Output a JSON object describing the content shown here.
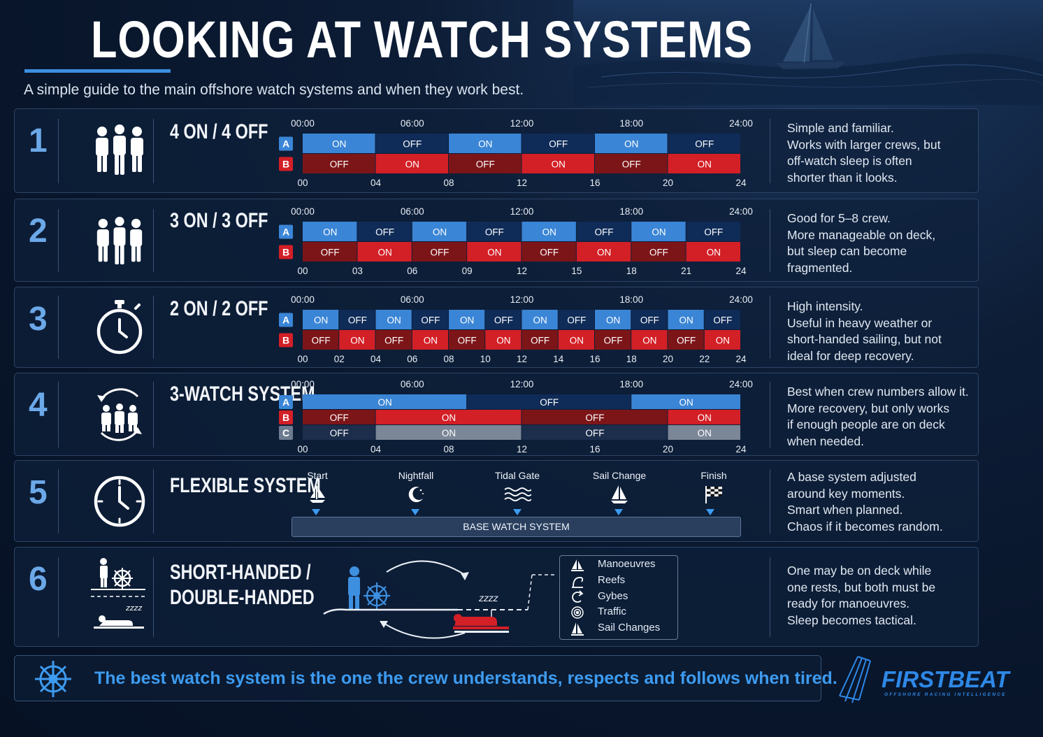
{
  "page": {
    "title": "LOOKING AT WATCH SYSTEMS",
    "subtitle": "A simple guide to the main offshore watch systems and when they work best."
  },
  "colors": {
    "on": "#3a85d6",
    "off_a": "#0f2b57",
    "on_b": "#d31f26",
    "off_b": "#7c1518",
    "c_on": "#7b8797",
    "c_off": "#1c2e4c",
    "accent": "#3d9bf0"
  },
  "time_labels": [
    "00:00",
    "06:00",
    "12:00",
    "18:00",
    "24:00"
  ],
  "systems": [
    {
      "num": "1",
      "title": "4 ON / 4 OFF",
      "icon": "crew-icon",
      "desc": [
        "Simple and familiar.",
        "Works with larger crews, but",
        "off-watch sleep is often",
        "shorter than it looks."
      ],
      "chart_data": {
        "type": "timeline",
        "rows": [
          {
            "name": "A",
            "segments": [
              {
                "start": 0,
                "end": 4,
                "label": "ON"
              },
              {
                "start": 4,
                "end": 8,
                "label": "OFF"
              },
              {
                "start": 8,
                "end": 12,
                "label": "ON"
              },
              {
                "start": 12,
                "end": 16,
                "label": "OFF"
              },
              {
                "start": 16,
                "end": 20,
                "label": "ON"
              },
              {
                "start": 20,
                "end": 24,
                "label": "OFF"
              }
            ]
          },
          {
            "name": "B",
            "segments": [
              {
                "start": 0,
                "end": 4,
                "label": "OFF"
              },
              {
                "start": 4,
                "end": 8,
                "label": "ON"
              },
              {
                "start": 8,
                "end": 12,
                "label": "OFF"
              },
              {
                "start": 12,
                "end": 16,
                "label": "ON"
              },
              {
                "start": 16,
                "end": 20,
                "label": "OFF"
              },
              {
                "start": 20,
                "end": 24,
                "label": "ON"
              }
            ]
          }
        ],
        "ticks": [
          {
            "v": 0,
            "t": "00"
          },
          {
            "v": 4,
            "t": "04"
          },
          {
            "v": 8,
            "t": "08"
          },
          {
            "v": 12,
            "t": "12"
          },
          {
            "v": 16,
            "t": "16"
          },
          {
            "v": 20,
            "t": "20"
          },
          {
            "v": 24,
            "t": "24"
          }
        ]
      }
    },
    {
      "num": "2",
      "title": "3 ON / 3 OFF",
      "icon": "crew-icon",
      "desc": [
        "Good for 5–8 crew.",
        "More manageable on deck,",
        "but sleep can become",
        "fragmented."
      ],
      "chart_data": {
        "type": "timeline",
        "rows": [
          {
            "name": "A",
            "segments": [
              {
                "start": 0,
                "end": 3,
                "label": "ON"
              },
              {
                "start": 3,
                "end": 6,
                "label": "OFF"
              },
              {
                "start": 6,
                "end": 9,
                "label": "ON"
              },
              {
                "start": 9,
                "end": 12,
                "label": "OFF"
              },
              {
                "start": 12,
                "end": 15,
                "label": "ON"
              },
              {
                "start": 15,
                "end": 18,
                "label": "OFF"
              },
              {
                "start": 18,
                "end": 21,
                "label": "ON"
              },
              {
                "start": 21,
                "end": 24,
                "label": "OFF"
              }
            ]
          },
          {
            "name": "B",
            "segments": [
              {
                "start": 0,
                "end": 3,
                "label": "OFF"
              },
              {
                "start": 3,
                "end": 6,
                "label": "ON"
              },
              {
                "start": 6,
                "end": 9,
                "label": "OFF"
              },
              {
                "start": 9,
                "end": 12,
                "label": "ON"
              },
              {
                "start": 12,
                "end": 15,
                "label": "OFF"
              },
              {
                "start": 15,
                "end": 18,
                "label": "ON"
              },
              {
                "start": 18,
                "end": 21,
                "label": "OFF"
              },
              {
                "start": 21,
                "end": 24,
                "label": "ON"
              }
            ]
          }
        ],
        "ticks": [
          {
            "v": 0,
            "t": "00"
          },
          {
            "v": 3,
            "t": "03"
          },
          {
            "v": 6,
            "t": "06"
          },
          {
            "v": 9,
            "t": "09"
          },
          {
            "v": 12,
            "t": "12"
          },
          {
            "v": 15,
            "t": "15"
          },
          {
            "v": 18,
            "t": "18"
          },
          {
            "v": 21,
            "t": "21"
          },
          {
            "v": 24,
            "t": "24"
          }
        ]
      }
    },
    {
      "num": "3",
      "title": "2 ON / 2 OFF",
      "icon": "stopwatch-icon",
      "desc": [
        "High intensity.",
        "Useful in heavy weather or",
        "short-handed sailing, but not",
        "ideal for deep recovery."
      ],
      "chart_data": {
        "type": "timeline",
        "rows": [
          {
            "name": "A",
            "segments": [
              {
                "start": 0,
                "end": 2,
                "label": "ON"
              },
              {
                "start": 2,
                "end": 4,
                "label": "OFF"
              },
              {
                "start": 4,
                "end": 6,
                "label": "ON"
              },
              {
                "start": 6,
                "end": 8,
                "label": "OFF"
              },
              {
                "start": 8,
                "end": 10,
                "label": "ON"
              },
              {
                "start": 10,
                "end": 12,
                "label": "OFF"
              },
              {
                "start": 12,
                "end": 14,
                "label": "ON"
              },
              {
                "start": 14,
                "end": 16,
                "label": "OFF"
              },
              {
                "start": 16,
                "end": 18,
                "label": "ON"
              },
              {
                "start": 18,
                "end": 20,
                "label": "OFF"
              },
              {
                "start": 20,
                "end": 22,
                "label": "ON"
              },
              {
                "start": 22,
                "end": 24,
                "label": "OFF"
              }
            ]
          },
          {
            "name": "B",
            "segments": [
              {
                "start": 0,
                "end": 2,
                "label": "OFF"
              },
              {
                "start": 2,
                "end": 4,
                "label": "ON"
              },
              {
                "start": 4,
                "end": 6,
                "label": "OFF"
              },
              {
                "start": 6,
                "end": 8,
                "label": "ON"
              },
              {
                "start": 8,
                "end": 10,
                "label": "OFF"
              },
              {
                "start": 10,
                "end": 12,
                "label": "ON"
              },
              {
                "start": 12,
                "end": 14,
                "label": "OFF"
              },
              {
                "start": 14,
                "end": 16,
                "label": "ON"
              },
              {
                "start": 16,
                "end": 18,
                "label": "OFF"
              },
              {
                "start": 18,
                "end": 20,
                "label": "ON"
              },
              {
                "start": 20,
                "end": 22,
                "label": "OFF"
              },
              {
                "start": 22,
                "end": 24,
                "label": "ON"
              }
            ]
          }
        ],
        "ticks": [
          {
            "v": 0,
            "t": "00"
          },
          {
            "v": 2,
            "t": "02"
          },
          {
            "v": 4,
            "t": "04"
          },
          {
            "v": 6,
            "t": "06"
          },
          {
            "v": 8,
            "t": "08"
          },
          {
            "v": 10,
            "t": "10"
          },
          {
            "v": 12,
            "t": "12"
          },
          {
            "v": 14,
            "t": "14"
          },
          {
            "v": 16,
            "t": "16"
          },
          {
            "v": 18,
            "t": "18"
          },
          {
            "v": 20,
            "t": "20"
          },
          {
            "v": 22,
            "t": "22"
          },
          {
            "v": 24,
            "t": "24"
          }
        ]
      }
    },
    {
      "num": "4",
      "title": "3-WATCH SYSTEM",
      "icon": "rotating-crew-icon",
      "desc": [
        "Best when crew numbers allow it.",
        "More recovery, but only works",
        "if enough people are on deck",
        "when needed."
      ],
      "chart_data": {
        "type": "timeline",
        "rows": [
          {
            "name": "A",
            "segments": [
              {
                "start": 0,
                "end": 9,
                "label": "ON"
              },
              {
                "start": 9,
                "end": 18,
                "label": "OFF"
              },
              {
                "start": 18,
                "end": 24,
                "label": "ON"
              }
            ]
          },
          {
            "name": "B",
            "segments": [
              {
                "start": 0,
                "end": 4,
                "label": "OFF"
              },
              {
                "start": 4,
                "end": 12,
                "label": "ON"
              },
              {
                "start": 12,
                "end": 20,
                "label": "OFF"
              },
              {
                "start": 20,
                "end": 24,
                "label": "ON"
              }
            ]
          },
          {
            "name": "C",
            "segments": [
              {
                "start": 0,
                "end": 4,
                "label": "OFF"
              },
              {
                "start": 4,
                "end": 12,
                "label": "ON"
              },
              {
                "start": 12,
                "end": 20,
                "label": "OFF"
              },
              {
                "start": 20,
                "end": 24,
                "label": "ON"
              }
            ]
          }
        ],
        "ticks": [
          {
            "v": 0,
            "t": "00"
          },
          {
            "v": 4,
            "t": "04"
          },
          {
            "v": 8,
            "t": "08"
          },
          {
            "v": 12,
            "t": "12"
          },
          {
            "v": 16,
            "t": "16"
          },
          {
            "v": 20,
            "t": "20"
          },
          {
            "v": 24,
            "t": "24"
          }
        ]
      }
    },
    {
      "num": "5",
      "title": "FLEXIBLE SYSTEM",
      "icon": "clock-icon",
      "desc": [
        "A base system adjusted",
        "around key moments.",
        "Smart when planned.",
        "Chaos if it becomes random."
      ],
      "moments": [
        {
          "label": "Start",
          "icon": "sailboat-icon"
        },
        {
          "label": "Nightfall",
          "icon": "moon-icon"
        },
        {
          "label": "Tidal Gate",
          "icon": "waves-icon"
        },
        {
          "label": "Sail Change",
          "icon": "sail-icon"
        },
        {
          "label": "Finish",
          "icon": "checkered-flag-icon"
        }
      ],
      "base_label": "BASE WATCH SYSTEM"
    },
    {
      "num": "6",
      "title_lines": [
        "SHORT-HANDED /",
        "DOUBLE-HANDED"
      ],
      "icon": "helm-and-sleeper-icon",
      "desc": [
        "One may be on deck while",
        "one rests, but both must be",
        "ready for manoeuvres.",
        "Sleep becomes tactical."
      ],
      "zzz": "zzzz",
      "legend": [
        {
          "label": "Manoeuvres",
          "icon": "sails-icon"
        },
        {
          "label": "Reefs",
          "icon": "reef-icon"
        },
        {
          "label": "Gybes",
          "icon": "gybe-arrow-icon"
        },
        {
          "label": "Traffic",
          "icon": "radar-icon"
        },
        {
          "label": "Sail Changes",
          "icon": "sail-change-icon"
        }
      ]
    }
  ],
  "tagline": "The best watch system is the one the crew understands, respects and follows when tired.",
  "brand": {
    "name": "FIRSTBEAT",
    "tag": "OFFSHORE RACING INTELLIGENCE"
  }
}
